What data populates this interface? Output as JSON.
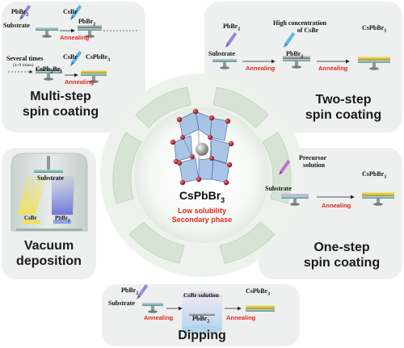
{
  "colors": {
    "panel_bg": "#eef0ef",
    "anneal_red": "#e0251c",
    "ring_green": "#d4e2d2",
    "substrate": "#6fa8a8",
    "pbbr2_layer": "#9a9a9a",
    "cspbbr3_layer": "#d8c23a",
    "octahedron": "#8fb3e0",
    "bromine": "#b0222a"
  },
  "center": {
    "title": "CsPbBr",
    "title_sub": "3",
    "line1": "Low solubility",
    "line2": "Secondary phase"
  },
  "multi_step": {
    "title_line1": "Multi-step",
    "title_line2": "spin coating",
    "pbbr2": "PbBr",
    "pbbr2_sub": "2",
    "csbr": "CsBr",
    "substrate": "Substrate",
    "pbbr2_layer": "PbBr",
    "pbbr2_layer_sub": "2",
    "annealing1": "Annealing",
    "several": "Several times",
    "several_note": "(4~9 times)",
    "cspb_x": "CsPb",
    "cspb_x_sub": "2",
    "cspb_x_tail": "Br",
    "cspb_x_tail_sub": "5",
    "csbr2": "CsBr",
    "cspbbr3": "CsPbBr",
    "cspbbr3_sub": "3",
    "annealing2": "Annealing"
  },
  "two_step": {
    "title_line1": "Two-step",
    "title_line2": "spin coating",
    "pbbr2": "PbBr",
    "pbbr2_sub": "2",
    "high_conc1": "High concentration",
    "high_conc2": "of CsBr",
    "cspbbr3": "CsPbBr",
    "cspbbr3_sub": "3",
    "substrate": "Substrate",
    "pbbr2_layer": "PbBr",
    "pbbr2_layer_sub": "2",
    "annealing1": "Annealing",
    "annealing2": "Annealing"
  },
  "vacuum": {
    "title_line1": "Vacuum",
    "title_line2": "deposition",
    "substrate": "Substrate",
    "csbr": "CsBr",
    "pbbr2": "PbBr",
    "pbbr2_sub": "2"
  },
  "one_step": {
    "title_line1": "One-step",
    "title_line2": "spin coating",
    "precursor1": "Precursor",
    "precursor2": "solution",
    "cspbbr3": "CsPbBr",
    "cspbbr3_sub": "3",
    "substrate": "Substrate",
    "annealing": "Annealing"
  },
  "dipping": {
    "title": "Dipping",
    "pbbr2": "PbBr",
    "pbbr2_sub": "2",
    "substrate": "Substrate",
    "annealing1": "Annealing",
    "csbr_solution": "CsBr solution",
    "pbbr2_layer": "PbBr",
    "pbbr2_layer_sub": "2",
    "cspbbr3": "CsPbBr",
    "cspbbr3_sub": "3",
    "annealing2": "Annealing"
  }
}
